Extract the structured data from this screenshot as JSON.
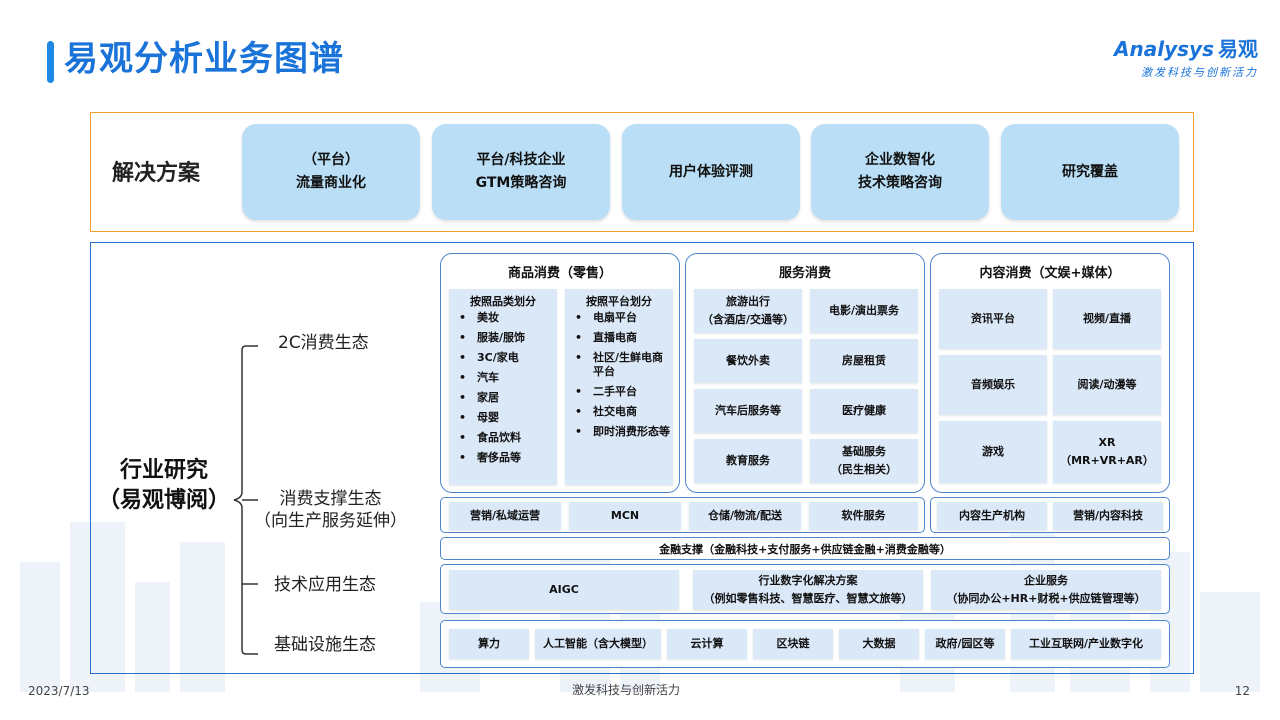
{
  "header": {
    "title": "易观分析业务图谱"
  },
  "logo": {
    "brand_latin": "Analysys",
    "brand_cn": "易观",
    "tagline": "激发科技与创新活力"
  },
  "solutions": {
    "label": "解决方案",
    "items": [
      {
        "line1": "（平台）",
        "line2": "流量商业化"
      },
      {
        "line1": "平台/科技企业",
        "line2": "GTM策略咨询"
      },
      {
        "line1": "用户体验评测",
        "line2": ""
      },
      {
        "line1": "企业数智化",
        "line2": "技术策略咨询"
      },
      {
        "line1": "研究覆盖",
        "line2": ""
      }
    ]
  },
  "industry": {
    "label_line1": "行业研究",
    "label_line2": "（易观博阅）",
    "ecosystems": {
      "consumer": "2C消费生态",
      "support_line1": "消费支撑生态",
      "support_line2": "（向生产服务延伸）",
      "tech": "技术应用生态",
      "infra": "基础设施生态"
    }
  },
  "goods": {
    "title": "商品消费（零售）",
    "by_category": {
      "header": "按照品类划分",
      "items": [
        "美妆",
        "服装/服饰",
        "3C/家电",
        "汽车",
        "家居",
        "母婴",
        "食品饮料",
        "奢侈品等"
      ]
    },
    "by_platform": {
      "header": "按照平台划分",
      "items": [
        "电扇平台",
        "直播电商",
        "社区/生鲜电商平台",
        "二手平台",
        "社交电商",
        "即时消费形态等"
      ]
    },
    "bullet": "•"
  },
  "services": {
    "title": "服务消费",
    "cells": [
      {
        "line1": "旅游出行",
        "line2": "（含酒店/交通等）"
      },
      {
        "line1": "电影/演出票务",
        "line2": ""
      },
      {
        "line1": "餐饮外卖",
        "line2": ""
      },
      {
        "line1": "房屋租赁",
        "line2": ""
      },
      {
        "line1": "汽车后服务等",
        "line2": ""
      },
      {
        "line1": "医疗健康",
        "line2": ""
      },
      {
        "line1": "教育服务",
        "line2": ""
      },
      {
        "line1": "基础服务",
        "line2": "（民生相关）"
      }
    ]
  },
  "content": {
    "title": "内容消费（文娱+媒体）",
    "cells": [
      {
        "line1": "资讯平台",
        "line2": ""
      },
      {
        "line1": "视频/直播",
        "line2": ""
      },
      {
        "line1": "音频娱乐",
        "line2": ""
      },
      {
        "line1": "阅读/动漫等",
        "line2": ""
      },
      {
        "line1": "游戏",
        "line2": ""
      },
      {
        "line1": "XR",
        "line2": "（MR+VR+AR）"
      }
    ]
  },
  "support_row_a": [
    "营销/私域运营",
    "MCN",
    "仓储/物流/配送",
    "软件服务"
  ],
  "support_row_b": [
    "内容生产机构",
    "营销/内容科技"
  ],
  "finance_row": "金融支撑（金融科技+支付服务+供应链金融+消费金融等）",
  "tech_row": [
    {
      "line1": "AIGC",
      "line2": ""
    },
    {
      "line1": "行业数字化解决方案",
      "line2": "（例如零售科技、智慧医疗、智慧文旅等）"
    },
    {
      "line1": "企业服务",
      "line2": "（协同办公+HR+财税+供应链管理等）"
    }
  ],
  "infra_row": [
    "算力",
    "人工智能（含大模型）",
    "云计算",
    "区块链",
    "大数据",
    "政府/园区等",
    "工业互联网/产业数字化"
  ],
  "footer": {
    "date": "2023/7/13",
    "slogan": "激发科技与创新活力",
    "page": "12"
  },
  "colors": {
    "accent": "#1a73d9",
    "solution_fill": "#b9def5",
    "cell_fill": "#dbe8f8",
    "orange_border": "#f0a030",
    "blue_border": "#2a6fc9"
  }
}
